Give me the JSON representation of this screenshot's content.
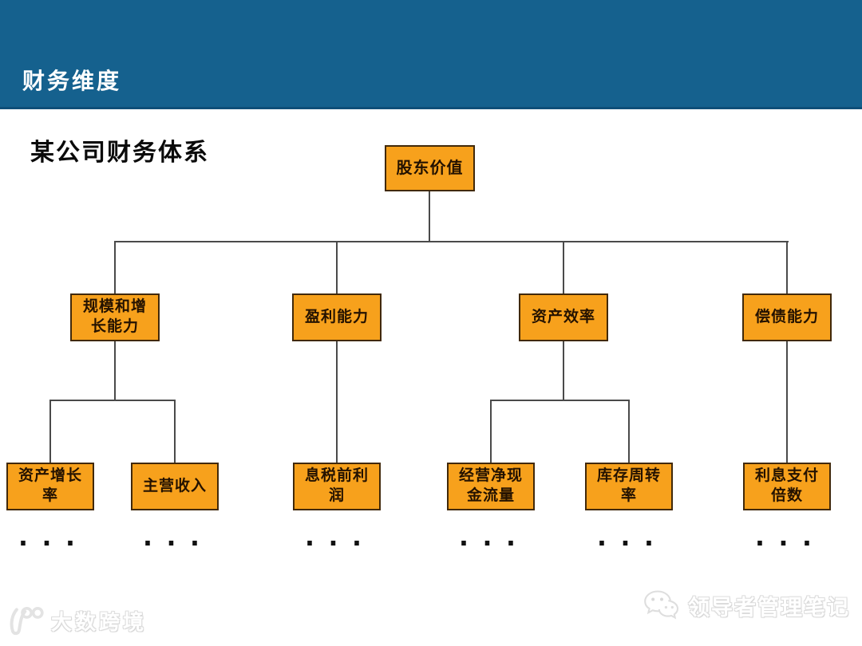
{
  "header": {
    "title": "财务维度"
  },
  "slide": {
    "title": "某公司财务体系"
  },
  "colors": {
    "header_bg": "#15618E",
    "box_fill": "#F7A11C",
    "box_border": "#41290A",
    "connector": "#4A4A4A"
  },
  "tree": {
    "root": {
      "label": "股东价值"
    },
    "branches": [
      {
        "label": "规模和增\n长能力",
        "children": [
          {
            "label": "资产增长\n率"
          },
          {
            "label": "主营收入"
          }
        ]
      },
      {
        "label": "盈利能力",
        "children": [
          {
            "label": "息税前利\n润"
          }
        ]
      },
      {
        "label": "资产效率",
        "children": [
          {
            "label": "经营净现\n金流量"
          },
          {
            "label": "库存周转\n率"
          }
        ]
      },
      {
        "label": "偿债能力",
        "children": [
          {
            "label": "利息支付\n倍数"
          }
        ]
      }
    ],
    "ellipsis": "..."
  },
  "watermarks": {
    "bottom_left": {
      "icon": "dashu-kuajing-logo",
      "text": "大数跨境"
    },
    "bottom_right": {
      "icon": "wechat-icon",
      "text": "领导者管理笔记"
    }
  }
}
